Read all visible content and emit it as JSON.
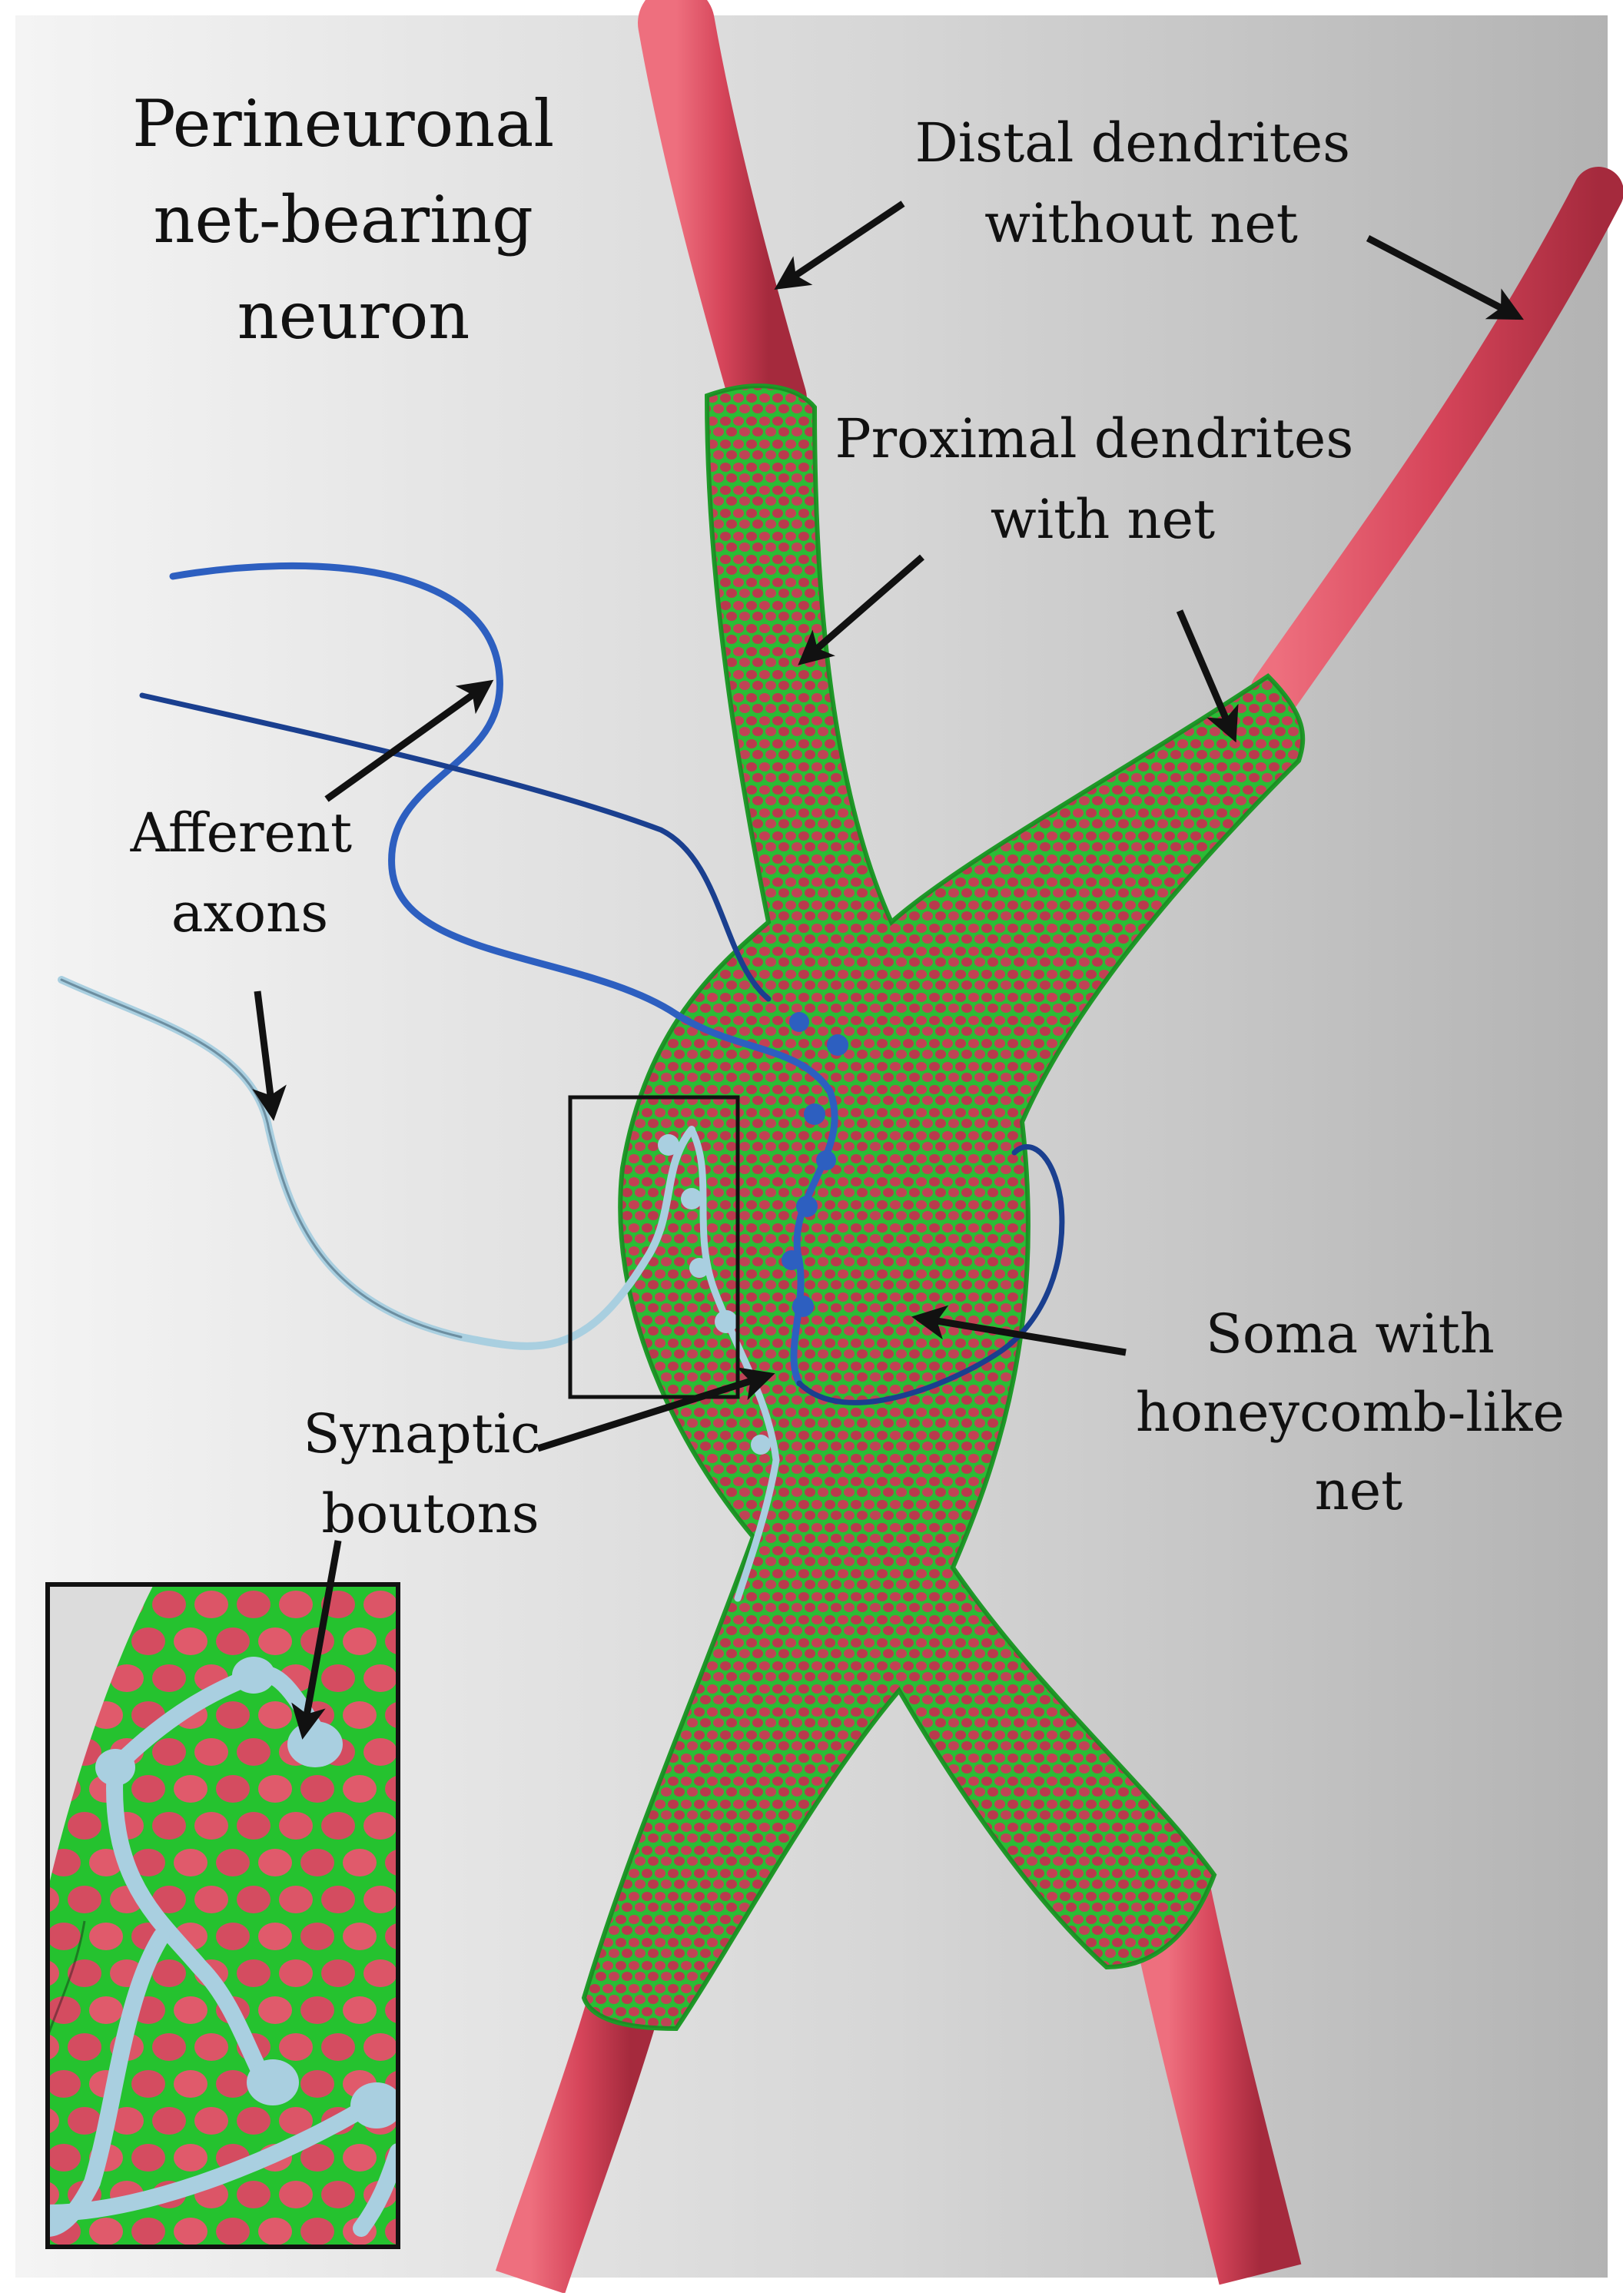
{
  "title": {
    "lines": [
      "Perineuronal",
      "net-bearing",
      "neuron"
    ]
  },
  "labels": {
    "distal": [
      "Distal dendrites",
      "without net"
    ],
    "proximal": [
      "Proximal dendrites",
      "with net"
    ],
    "afferent": [
      "Afferent",
      "axons"
    ],
    "soma": [
      "Soma with",
      "honeycomb-like",
      "net"
    ],
    "synaptic": [
      "Synaptic",
      "boutons"
    ]
  },
  "colors": {
    "background_light": "#f2f2f2",
    "background_dark": "#b9b9b9",
    "dendrite": "#d9475a",
    "dendrite_dark": "#a8263a",
    "net": "#2fcc3a",
    "axon_dark": "#1a3f8f",
    "axon_mid": "#2d5fc0",
    "axon_light": "#a9cfe0",
    "arrow": "#111111"
  },
  "icons": [
    "arrow-icon",
    "inset-frame-icon"
  ]
}
